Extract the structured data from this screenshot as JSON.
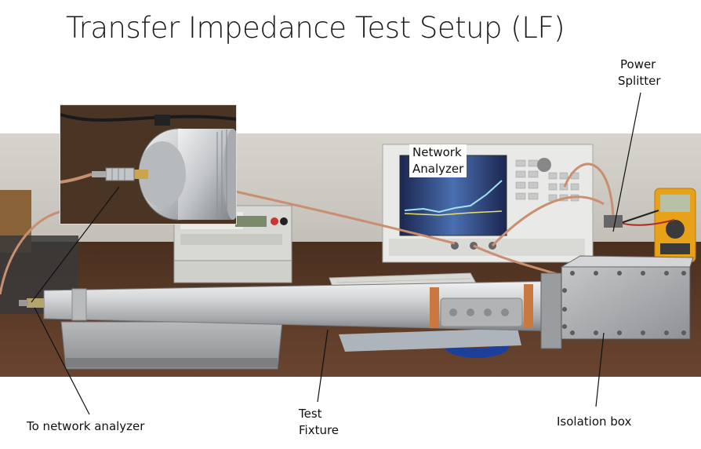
{
  "title": "Transfer Impedance Test Setup (LF)",
  "labels": {
    "network_analyzer_line1": "Network",
    "network_analyzer_line2": "Analyzer",
    "power_splitter_line1": "Power",
    "power_splitter_line2": "Splitter",
    "to_network_analyzer": "To network analyzer",
    "test_fixture_line1": "Test",
    "test_fixture_line2": "Fixture",
    "isolation_box": "Isolation box"
  },
  "colors": {
    "wall": "#d9d5cf",
    "table": "#5a3a26",
    "aluminum": "#c9cbcd",
    "copper_band": "#c9783f",
    "analyzer_screen": "#1c2a58",
    "multimeter": "#e8a21a"
  }
}
